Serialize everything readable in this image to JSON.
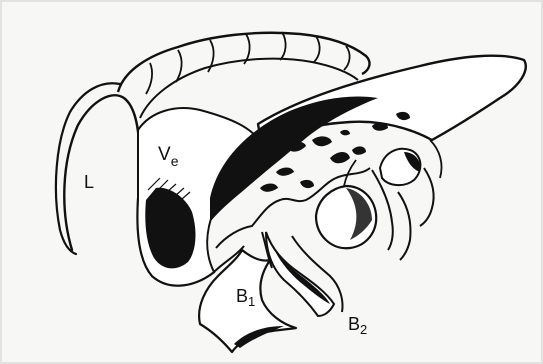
{
  "figure": {
    "colors": {
      "background": "#f7f7f5",
      "ink": "#111111",
      "fill": "#ffffff"
    },
    "labels": {
      "lumen": "L",
      "ve_main": "V",
      "ve_sub": "e",
      "b1_main": "B",
      "b1_sub": "1",
      "b2_main": "B",
      "b2_sub": "2"
    }
  }
}
